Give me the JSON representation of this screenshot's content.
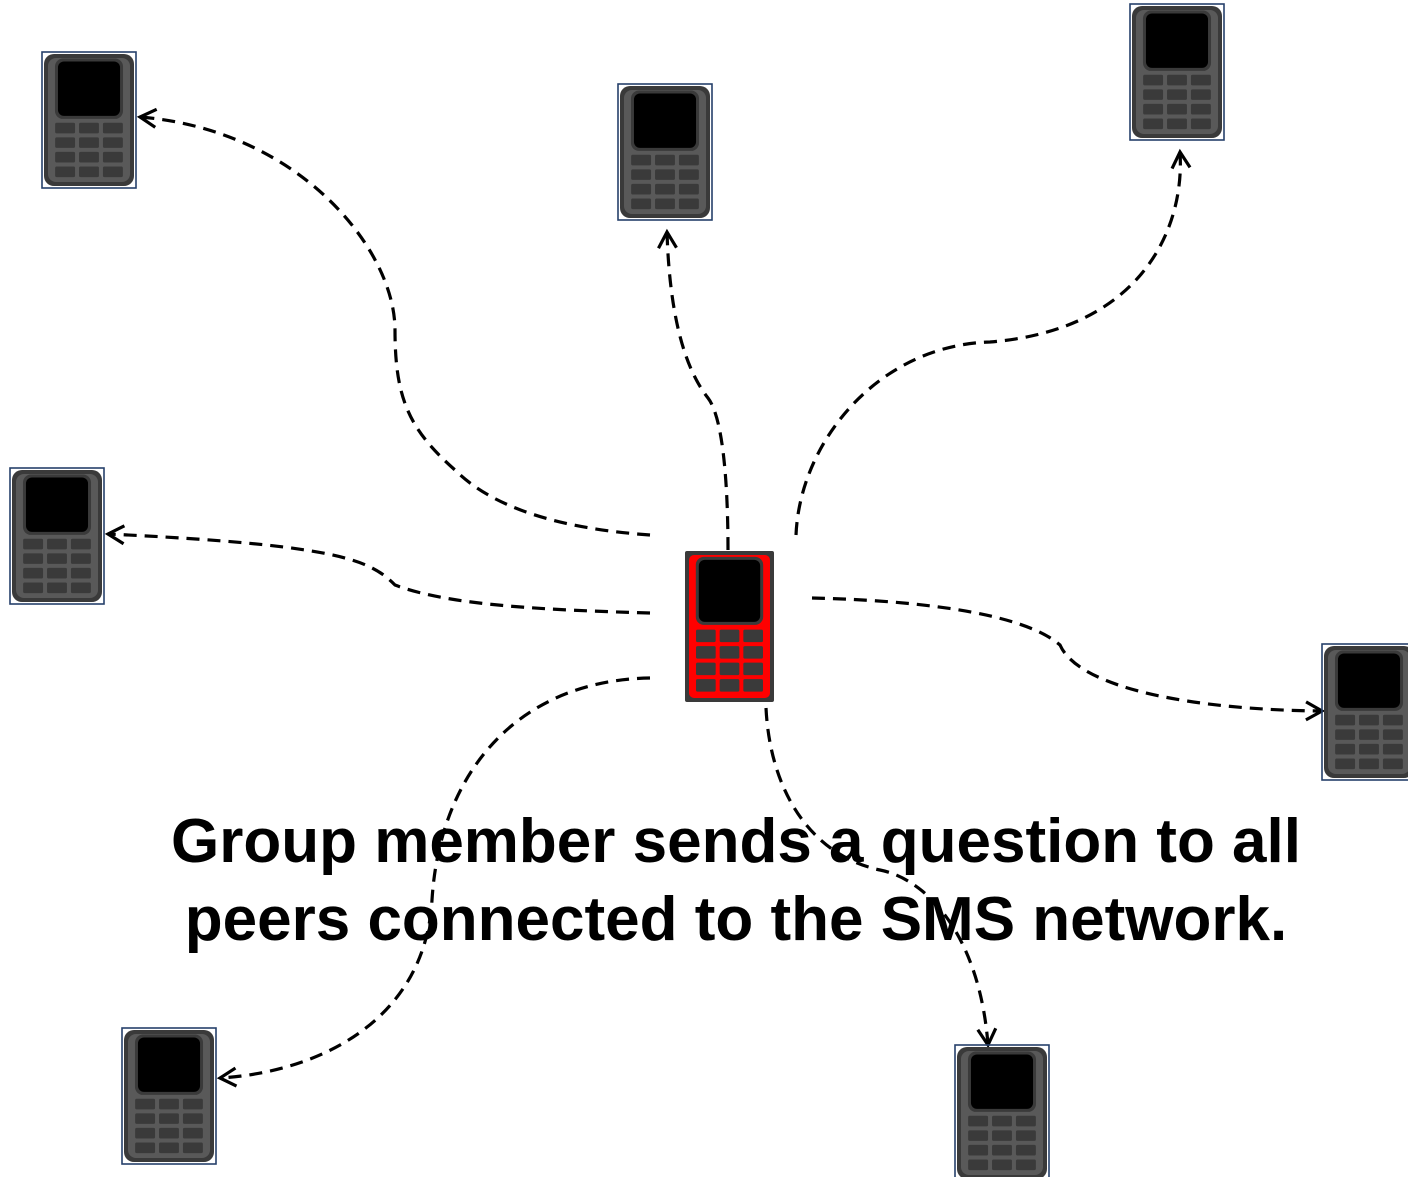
{
  "diagram": {
    "caption_lines": [
      "Group member sends a question to all",
      "peers connected to the SMS network."
    ],
    "colors": {
      "sender_body": "#ff0000",
      "sender_frame": "#3a3a3a",
      "peer_body": "#595959",
      "peer_frame": "#3a3a3a",
      "screen": "#000000",
      "key": "#3a3a3a",
      "connector": "#000000",
      "peer_outline": "#26406b"
    },
    "sender": {
      "name": "sender-phone",
      "icon": "mobile-phone-icon"
    },
    "peers": [
      {
        "name": "peer-phone-top-left",
        "icon": "mobile-phone-icon"
      },
      {
        "name": "peer-phone-top-center",
        "icon": "mobile-phone-icon"
      },
      {
        "name": "peer-phone-top-right",
        "icon": "mobile-phone-icon"
      },
      {
        "name": "peer-phone-middle-left",
        "icon": "mobile-phone-icon"
      },
      {
        "name": "peer-phone-middle-right",
        "icon": "mobile-phone-icon"
      },
      {
        "name": "peer-phone-bottom-left",
        "icon": "mobile-phone-icon"
      },
      {
        "name": "peer-phone-bottom-right",
        "icon": "mobile-phone-icon"
      }
    ],
    "connector_style": "dashed-arrow"
  }
}
